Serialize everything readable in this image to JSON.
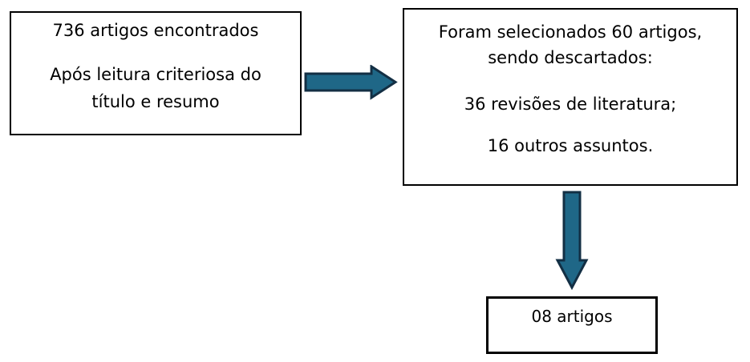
{
  "diagram": {
    "title": "article-selection-flowchart",
    "boxes": {
      "found": {
        "paragraph1": "736 artigos encontrados",
        "paragraph2": "Após leitura criteriosa do\ntítulo e resumo"
      },
      "selected": {
        "paragraph1": "Foram selecionados 60 artigos,\nsendo descartados:",
        "paragraph2": "36 revisões de literatura;",
        "paragraph3": "16 outros assuntos."
      },
      "final": {
        "paragraph1": "08 artigos"
      }
    },
    "icons": {
      "right_arrow": "right-arrow-icon",
      "down_arrow": "down-arrow-icon"
    },
    "colors": {
      "background": "#ffffff",
      "box_border": "#000000",
      "text": "#000000",
      "arrow_fill": "#1f6787",
      "arrow_stroke": "#132f44"
    }
  }
}
